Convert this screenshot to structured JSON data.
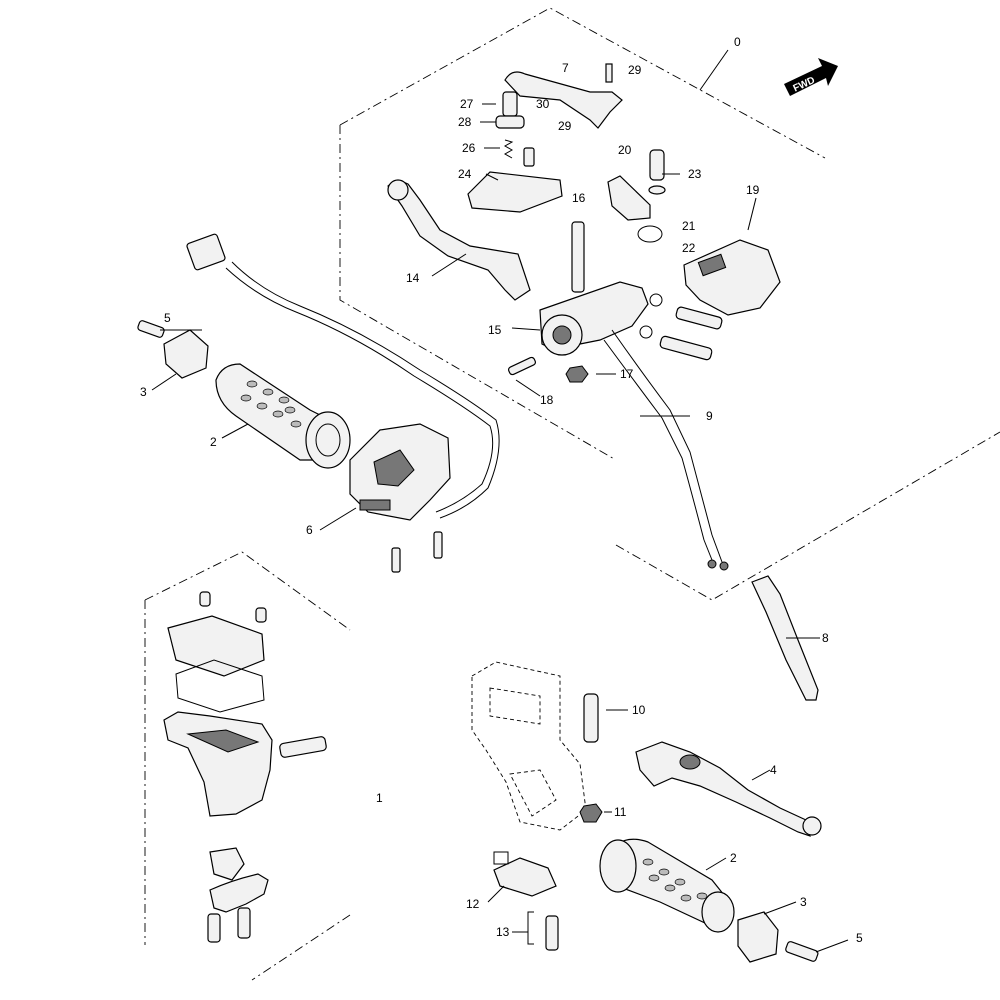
{
  "callouts": [
    {
      "id": "c0",
      "text": "0"
    },
    {
      "id": "c1",
      "text": "1"
    },
    {
      "id": "c2a",
      "text": "2"
    },
    {
      "id": "c2b",
      "text": "2"
    },
    {
      "id": "c3a",
      "text": "3"
    },
    {
      "id": "c3b",
      "text": "3"
    },
    {
      "id": "c4",
      "text": "4"
    },
    {
      "id": "c5a",
      "text": "5"
    },
    {
      "id": "c5b",
      "text": "5"
    },
    {
      "id": "c6",
      "text": "6"
    },
    {
      "id": "c7",
      "text": "7"
    },
    {
      "id": "c8",
      "text": "8"
    },
    {
      "id": "c9",
      "text": "9"
    },
    {
      "id": "c10",
      "text": "10"
    },
    {
      "id": "c11",
      "text": "11"
    },
    {
      "id": "c12",
      "text": "12"
    },
    {
      "id": "c13",
      "text": "13"
    },
    {
      "id": "c14",
      "text": "14"
    },
    {
      "id": "c15",
      "text": "15"
    },
    {
      "id": "c16",
      "text": "16"
    },
    {
      "id": "c17",
      "text": "17"
    },
    {
      "id": "c18",
      "text": "18"
    },
    {
      "id": "c19",
      "text": "19"
    },
    {
      "id": "c20",
      "text": "20"
    },
    {
      "id": "c21",
      "text": "21"
    },
    {
      "id": "c22",
      "text": "22"
    },
    {
      "id": "c23",
      "text": "23"
    },
    {
      "id": "c24",
      "text": "24"
    },
    {
      "id": "c26",
      "text": "26"
    },
    {
      "id": "c27",
      "text": "27"
    },
    {
      "id": "c28",
      "text": "28"
    },
    {
      "id": "c29a",
      "text": "29"
    },
    {
      "id": "c29b",
      "text": "29"
    },
    {
      "id": "c30",
      "text": "30"
    }
  ],
  "direction_badge": {
    "text": "FWD",
    "icon": "fwd-arrow-icon"
  }
}
